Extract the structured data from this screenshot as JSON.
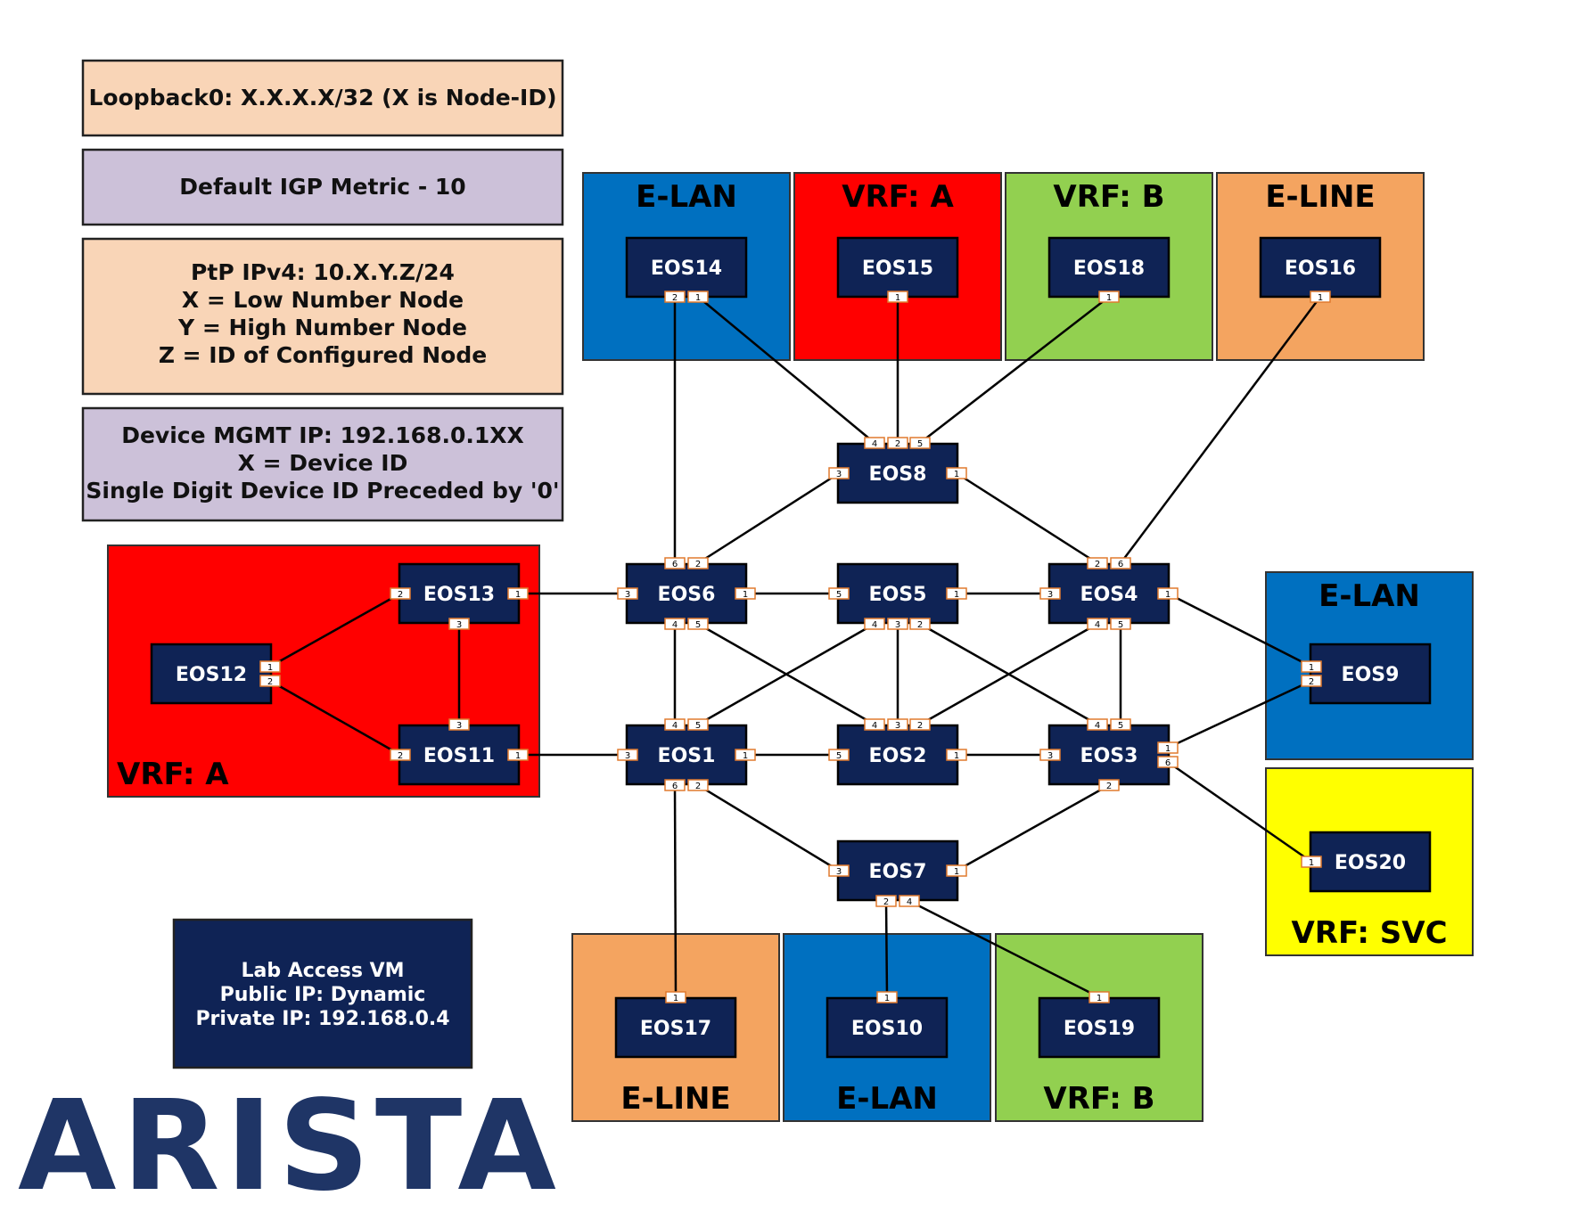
{
  "info_boxes": [
    {
      "id": "loopback",
      "fill": "#f9d5b7",
      "lines": [
        "Loopback0: X.X.X.X/32 (X is Node-ID)"
      ]
    },
    {
      "id": "igp",
      "fill": "#ccc1d9",
      "lines": [
        "Default IGP Metric - 10"
      ]
    },
    {
      "id": "ptp",
      "fill": "#f9d5b7",
      "lines": [
        "PtP IPv4: 10.X.Y.Z/24",
        "X = Low Number Node",
        "Y = High Number Node",
        "Z = ID of Configured Node"
      ]
    },
    {
      "id": "mgmt",
      "fill": "#ccc1d9",
      "lines": [
        "Device MGMT IP: 192.168.0.1XX",
        "X = Device ID",
        "Single Digit Device ID Preceded by '0'"
      ]
    }
  ],
  "lab_access": {
    "lines": [
      "Lab Access VM",
      "Public IP: Dynamic",
      "Private IP: 192.168.0.4"
    ]
  },
  "logo": {
    "text": "ARISTA"
  },
  "colors": {
    "node": "#0f2355",
    "port_border": "#e07a2e",
    "red": "#ff0000",
    "blue": "#0070c0",
    "green": "#92d050",
    "orange": "#f4a460",
    "yellow": "#ffff00"
  },
  "zones": [
    {
      "id": "elan-top",
      "title": "E-LAN",
      "fill": "#0070c0",
      "text_color": "#000000"
    },
    {
      "id": "vrfa-top",
      "title": "VRF: A",
      "fill": "#ff0000",
      "text_color": "#000000"
    },
    {
      "id": "vrfb-top",
      "title": "VRF: B",
      "fill": "#92d050",
      "text_color": "#000000"
    },
    {
      "id": "eline-top",
      "title": "E-LINE",
      "fill": "#f4a460",
      "text_color": "#000000"
    },
    {
      "id": "vrfa-left",
      "title": "VRF: A",
      "fill": "#ff0000",
      "text_color": "#000000"
    },
    {
      "id": "elan-right",
      "title": "E-LAN",
      "fill": "#0070c0",
      "text_color": "#000000"
    },
    {
      "id": "vrfsvc-right",
      "title": "VRF: SVC",
      "fill": "#ffff00",
      "text_color": "#000000"
    },
    {
      "id": "eline-bottom",
      "title": "E-LINE",
      "fill": "#f4a460",
      "text_color": "#000000"
    },
    {
      "id": "elan-bottom",
      "title": "E-LAN",
      "fill": "#0070c0",
      "text_color": "#000000"
    },
    {
      "id": "vrfb-bottom",
      "title": "VRF: B",
      "fill": "#92d050",
      "text_color": "#000000"
    }
  ],
  "nodes": [
    {
      "id": "EOS14",
      "label": "EOS14"
    },
    {
      "id": "EOS15",
      "label": "EOS15"
    },
    {
      "id": "EOS18",
      "label": "EOS18"
    },
    {
      "id": "EOS16",
      "label": "EOS16"
    },
    {
      "id": "EOS8",
      "label": "EOS8"
    },
    {
      "id": "EOS13",
      "label": "EOS13"
    },
    {
      "id": "EOS6",
      "label": "EOS6"
    },
    {
      "id": "EOS5",
      "label": "EOS5"
    },
    {
      "id": "EOS4",
      "label": "EOS4"
    },
    {
      "id": "EOS12",
      "label": "EOS12"
    },
    {
      "id": "EOS9",
      "label": "EOS9"
    },
    {
      "id": "EOS11",
      "label": "EOS11"
    },
    {
      "id": "EOS1",
      "label": "EOS1"
    },
    {
      "id": "EOS2",
      "label": "EOS2"
    },
    {
      "id": "EOS3",
      "label": "EOS3"
    },
    {
      "id": "EOS20",
      "label": "EOS20"
    },
    {
      "id": "EOS7",
      "label": "EOS7"
    },
    {
      "id": "EOS17",
      "label": "EOS17"
    },
    {
      "id": "EOS10",
      "label": "EOS10"
    },
    {
      "id": "EOS19",
      "label": "EOS19"
    }
  ],
  "links": [
    [
      "EOS14",
      "2",
      "EOS6",
      "6"
    ],
    [
      "EOS14",
      "1",
      "EOS8",
      "4"
    ],
    [
      "EOS15",
      "1",
      "EOS8",
      "2"
    ],
    [
      "EOS18",
      "1",
      "EOS8",
      "5"
    ],
    [
      "EOS16",
      "1",
      "EOS4",
      "6"
    ],
    [
      "EOS8",
      "3",
      "EOS6",
      "2"
    ],
    [
      "EOS8",
      "1",
      "EOS4",
      "2"
    ],
    [
      "EOS13",
      "1",
      "EOS6",
      "3"
    ],
    [
      "EOS6",
      "1",
      "EOS5",
      "5"
    ],
    [
      "EOS5",
      "1",
      "EOS4",
      "3"
    ],
    [
      "EOS4",
      "1",
      "EOS9",
      "1"
    ],
    [
      "EOS12",
      "1",
      "EOS13",
      "2"
    ],
    [
      "EOS12",
      "2",
      "EOS11",
      "2"
    ],
    [
      "EOS13",
      "3",
      "EOS11",
      "3"
    ],
    [
      "EOS6",
      "4",
      "EOS1",
      "4"
    ],
    [
      "EOS6",
      "5",
      "EOS2",
      "4"
    ],
    [
      "EOS5",
      "4",
      "EOS1",
      "5"
    ],
    [
      "EOS5",
      "3",
      "EOS2",
      "3"
    ],
    [
      "EOS5",
      "2",
      "EOS3",
      "4"
    ],
    [
      "EOS4",
      "4",
      "EOS2",
      "2"
    ],
    [
      "EOS4",
      "5",
      "EOS3",
      "5"
    ],
    [
      "EOS11",
      "1",
      "EOS1",
      "3"
    ],
    [
      "EOS1",
      "1",
      "EOS2",
      "5"
    ],
    [
      "EOS2",
      "1",
      "EOS3",
      "3"
    ],
    [
      "EOS3",
      "1",
      "EOS9",
      "2"
    ],
    [
      "EOS3",
      "6",
      "EOS20",
      "1"
    ],
    [
      "EOS1",
      "2",
      "EOS7",
      "3"
    ],
    [
      "EOS3",
      "2",
      "EOS7",
      "1"
    ],
    [
      "EOS1",
      "6",
      "EOS17",
      "1"
    ],
    [
      "EOS7",
      "2",
      "EOS10",
      "1"
    ],
    [
      "EOS7",
      "4",
      "EOS19",
      "1"
    ]
  ]
}
